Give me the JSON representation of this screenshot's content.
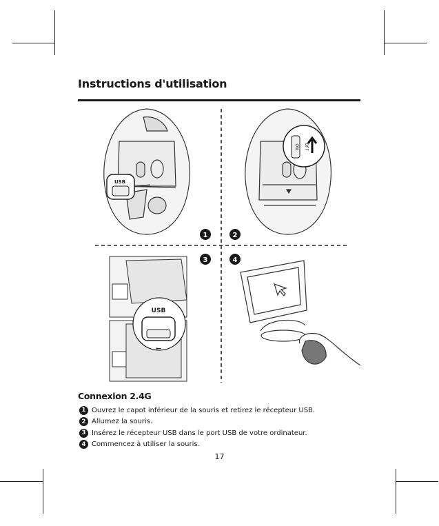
{
  "title": "Instructions d'utilisation",
  "illustration": {
    "usb_label_1": "USB",
    "usb_label_2": "USB",
    "switch_on": "ON",
    "switch_off": "OFF",
    "step_markers": [
      "1",
      "2",
      "3",
      "4"
    ]
  },
  "section_title": "Connexion 2.4G",
  "steps": [
    {
      "num": "1",
      "text": "Ouvrez le capot inférieur de la souris et retirez le récepteur USB."
    },
    {
      "num": "2",
      "text": "Allumez la souris."
    },
    {
      "num": "3",
      "text": "Insérez le récepteur USB dans le port USB de votre ordinateur."
    },
    {
      "num": "4",
      "text": "Commencez à utiliser la souris."
    }
  ],
  "page_number": "17"
}
